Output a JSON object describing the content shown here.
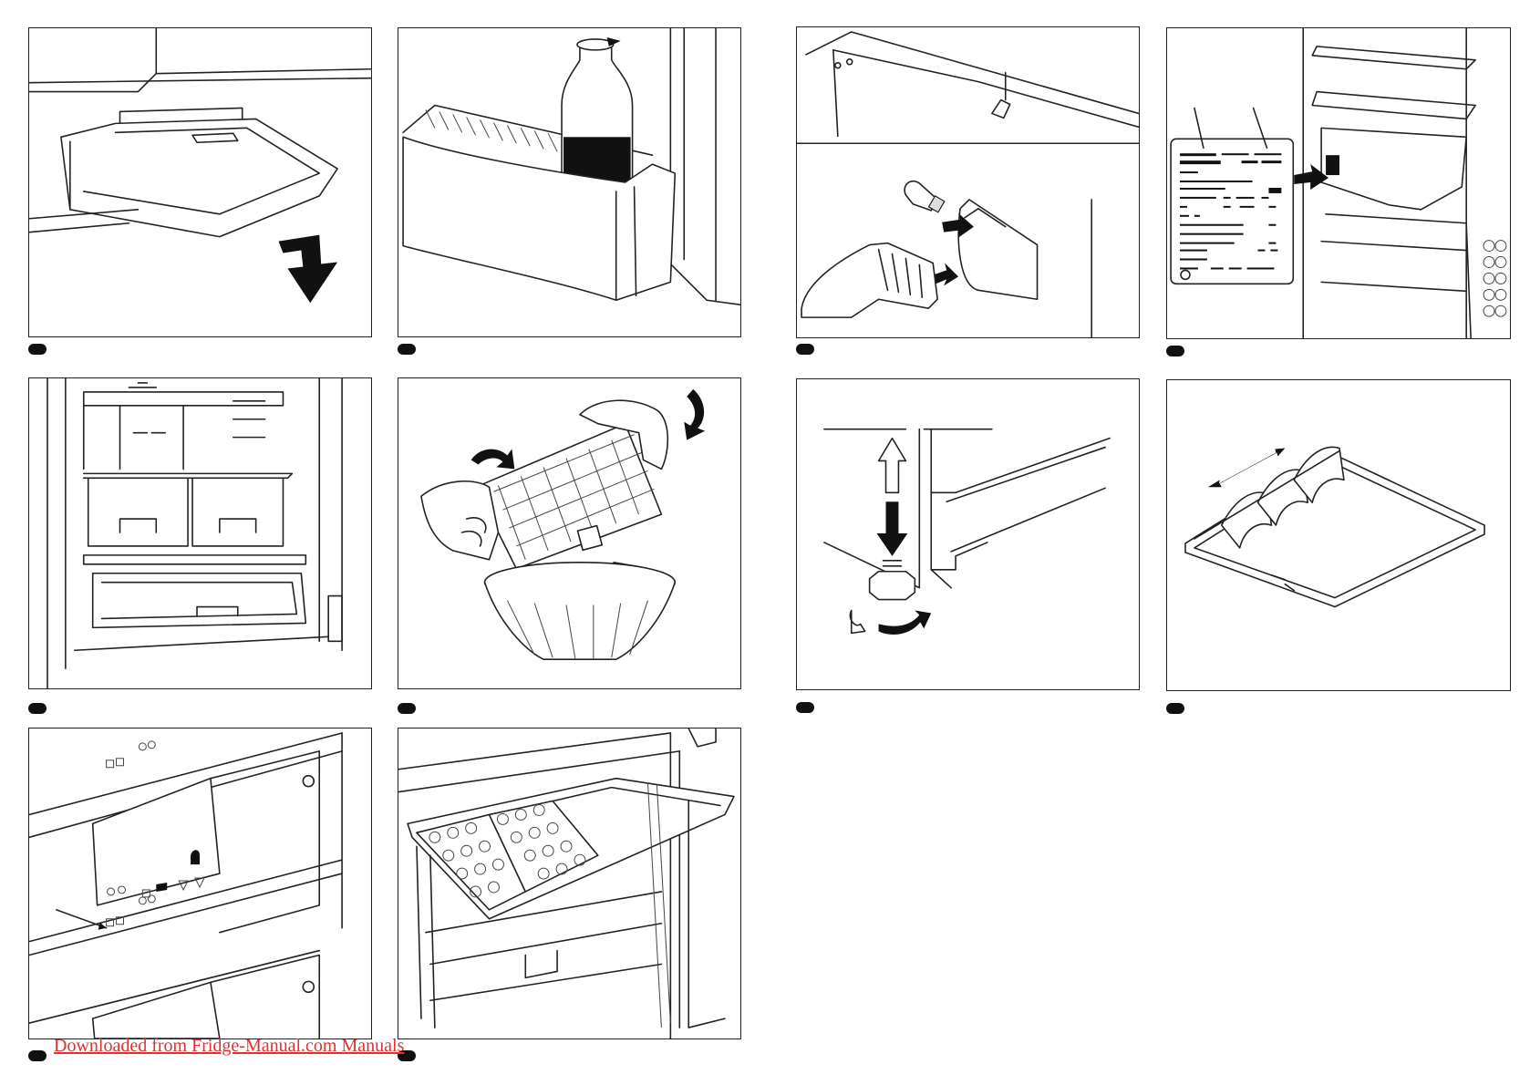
{
  "footer": {
    "text": "Downloaded from Fridge-Manual.com Manuals"
  },
  "figures": [
    {
      "id": "fig-1",
      "depicts": "drawer-removal"
    },
    {
      "id": "fig-2",
      "depicts": "door-bottle-shelf"
    },
    {
      "id": "fig-3",
      "depicts": "light-bulb-replacement"
    },
    {
      "id": "fig-4",
      "depicts": "rating-plate"
    },
    {
      "id": "fig-5",
      "depicts": "refrigerator-interior"
    },
    {
      "id": "fig-6",
      "depicts": "ice-cube-tray"
    },
    {
      "id": "fig-7",
      "depicts": "adjustable-foot"
    },
    {
      "id": "fig-8",
      "depicts": "bottle-rack-shelf"
    },
    {
      "id": "fig-9",
      "depicts": "control-panel"
    },
    {
      "id": "fig-10",
      "depicts": "freezer-ice-tray"
    }
  ]
}
